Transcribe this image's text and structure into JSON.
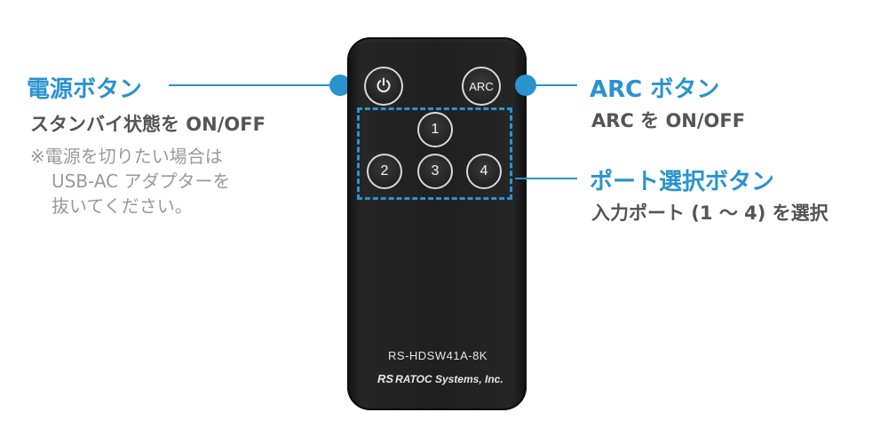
{
  "callouts": {
    "power_title": "電源ボタン",
    "power_desc": "スタンバイ状態を ON/OFF",
    "power_note": [
      "※電源を切りたい場合は",
      "USB-AC アダプターを",
      "抜いてください。"
    ],
    "arc_title": "ARC ボタン",
    "arc_desc": "ARC を ON/OFF",
    "port_title": "ポート選択ボタン",
    "port_desc": "入力ポート (1 ～ 4) を選択"
  },
  "remote": {
    "arc_label": "ARC",
    "buttons": [
      "1",
      "2",
      "3",
      "4"
    ],
    "model": "RS-HDSW41A-8K",
    "brand_logo": "RS",
    "brand_name": "RATOC Systems, Inc."
  },
  "colors": {
    "accent": "#2a93cf",
    "remote_body": "#1f1f1f",
    "text_gray": "#555555"
  },
  "icons": {
    "power": "power-icon"
  }
}
